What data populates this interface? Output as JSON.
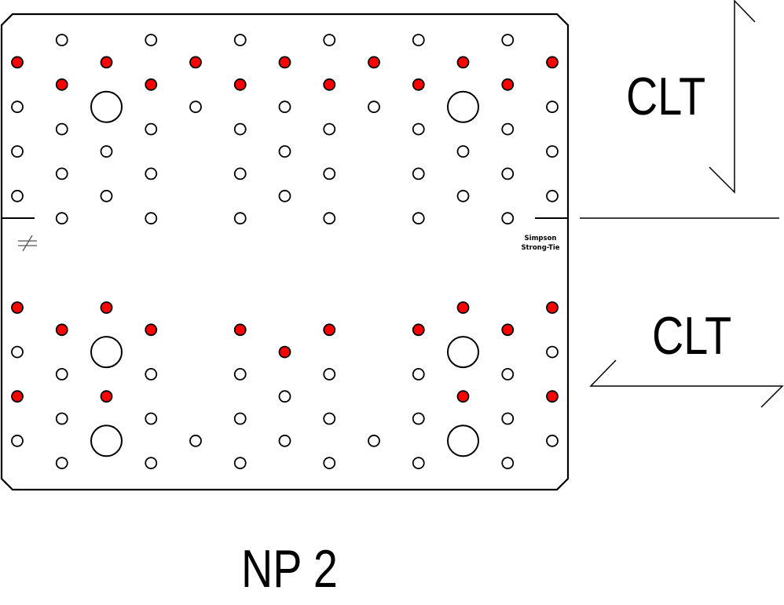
{
  "plate": {
    "name": "NP 2",
    "logo_line1": "Simpson",
    "logo_line2": "Strong-Tie",
    "not_equal_symbol": "≠"
  },
  "labels": {
    "top_member": "CLT",
    "bottom_member": "CLT"
  },
  "colors": {
    "filled_hole": "#ff0000",
    "line": "#000000",
    "background": "#ffffff"
  }
}
